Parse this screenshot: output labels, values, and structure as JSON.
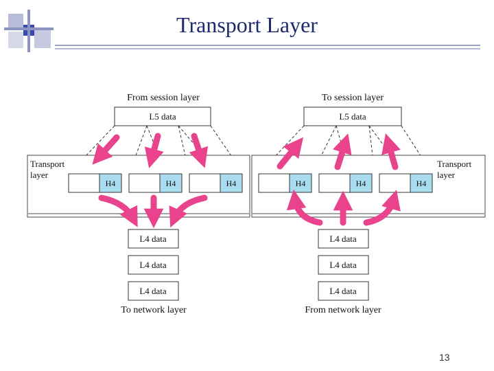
{
  "slide": {
    "title": "Transport Layer",
    "page_number": "13"
  },
  "sender": {
    "top_label": "From session layer",
    "l5_label": "L5 data",
    "layer_label_line1": "Transport",
    "layer_label_line2": "layer",
    "headers": [
      "H4",
      "H4",
      "H4"
    ],
    "segments": [
      "L4 data",
      "L4 data",
      "L4 data"
    ],
    "bottom_label": "To network layer"
  },
  "receiver": {
    "top_label": "To session layer",
    "l5_label": "L5 data",
    "layer_label_line1": "Transport",
    "layer_label_line2": "layer",
    "headers": [
      "H4",
      "H4",
      "H4"
    ],
    "segments": [
      "L4 data",
      "L4 data",
      "L4 data"
    ],
    "bottom_label": "From network layer"
  },
  "colors": {
    "arrow": "#e8438c",
    "header_fill": "#a9dcef",
    "title": "#1f2a6e",
    "decor_blue": "#4455aa"
  }
}
